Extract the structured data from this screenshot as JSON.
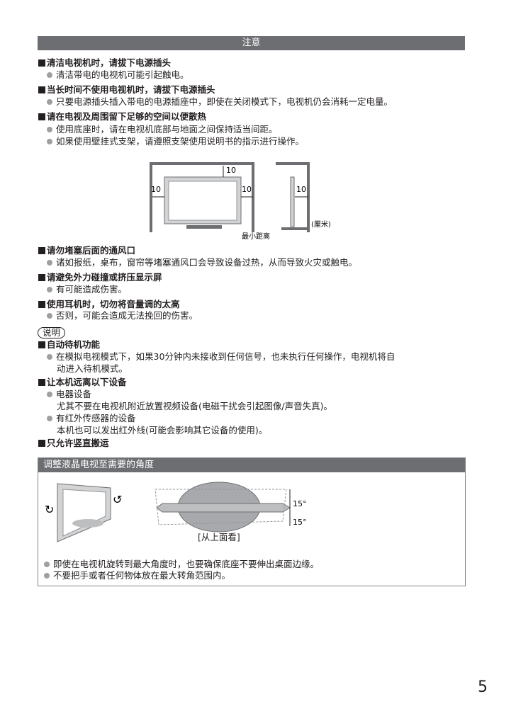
{
  "caution": {
    "title": "注意",
    "s1_title": "清洁电视机时，请拔下电源插头",
    "s1_b1": "清洁带电的电视机可能引起触电。",
    "s2_title": "当长时间不使用电视机时，请拔下电源插头",
    "s2_b1": "只要电源插头插入带电的电源插座中，即使在关闭模式下，电视机仍会消耗一定电量。",
    "s3_title": "请在电视及周围留下足够的空间以便散热",
    "s3_b1": "使用底座时，请在电视机底部与地面之间保持适当间距。",
    "s3_b2": "如果使用壁挂式支架，请遵照支架使用说明书的指示进行操作。",
    "diagram": {
      "top": "10",
      "left": "10",
      "right": "10",
      "side": "10",
      "unit": "(厘米)",
      "caption": "最小距离"
    },
    "s4_title": "请勿堵塞后面的通风口",
    "s4_b1": "诸如报纸，桌布，窗帘等堵塞通风口会导致设备过热，从而导致火灾或触电。",
    "s5_title": "请避免外力碰撞或挤压显示屏",
    "s5_b1": "有可能造成伤害。",
    "s6_title": "使用耳机时，切勿将音量调的太高",
    "s6_b1": "否则，可能会造成无法挽回的伤害。"
  },
  "notes": {
    "label": "说明",
    "n1_title": "自动待机功能",
    "n1_b1a": "在模拟电视模式下，如果30分钟内未接收到任何信号，也未执行任何操作，电视机将自",
    "n1_b1b": "动进入待机模式。",
    "n2_title": "让本机远离以下设备",
    "n2_b1": "电器设备",
    "n2_b1c": "尤其不要在电视机附近放置视频设备(电磁干扰会引起图像/声音失真)。",
    "n2_b2": "有红外传感器的设备",
    "n2_b2c": "本机也可以发出红外线(可能会影响其它设备的使用)。",
    "n3_title": "只允许竖直搬运"
  },
  "angle": {
    "title": "调整液晶电视至需要的角度",
    "deg_up": "15°",
    "deg_down": "15°",
    "caption": "[从上面看]",
    "b1": "即使在电视机旋转到最大角度时，也要确保底座不要伸出桌面边缘。",
    "b2": "不要把手或者任何物体放在最大转角范围内。"
  },
  "page_number": "5"
}
